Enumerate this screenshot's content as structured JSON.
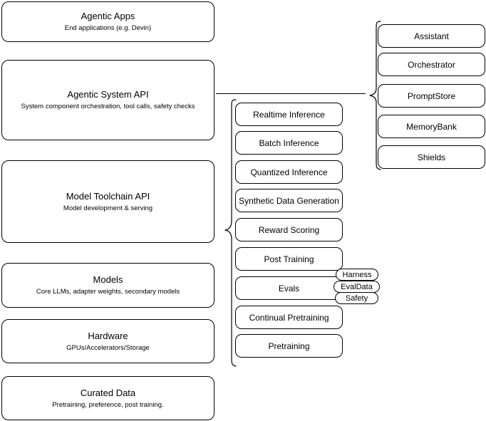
{
  "diagram": {
    "title": "AI Stack Architecture Diagram",
    "background_color": "#ffffff",
    "line_color": "#000000"
  },
  "layers": [
    {
      "id": "agentic-apps",
      "title": "Agentic Apps",
      "subtitle": "End applications (e.g. Devin)"
    },
    {
      "id": "agentic-system-api",
      "title": "Agentic System API",
      "subtitle": "System component orchestration, tool calls, safety checks"
    },
    {
      "id": "model-toolchain-api",
      "title": "Model Toolchain API",
      "subtitle": "Model development & serving"
    },
    {
      "id": "models",
      "title": "Models",
      "subtitle": "Core LLMs, adapter weights, secondary models"
    },
    {
      "id": "hardware",
      "title": "Hardware",
      "subtitle": "GPUs/Accelerators/Storage"
    },
    {
      "id": "curated-data",
      "title": "Curated Data",
      "subtitle": "Pretraining, preference, post training."
    }
  ],
  "toolchain_capabilities": [
    {
      "id": "realtime-inference",
      "label": "Realtime Inference"
    },
    {
      "id": "batch-inference",
      "label": "Batch Inference"
    },
    {
      "id": "quantized-inference",
      "label": "Quantized Inference"
    },
    {
      "id": "synthetic-data-generation",
      "label": "Synthetic Data Generation"
    },
    {
      "id": "reward-scoring",
      "label": "Reward Scoring"
    },
    {
      "id": "post-training",
      "label": "Post Training"
    },
    {
      "id": "evals",
      "label": "Evals"
    },
    {
      "id": "continual-pretraining",
      "label": "Continual Pretraining"
    },
    {
      "id": "pretraining",
      "label": "Pretraining"
    }
  ],
  "eval_badges": [
    {
      "id": "harness",
      "label": "Harness"
    },
    {
      "id": "evaldata",
      "label": "EvalData"
    },
    {
      "id": "safety",
      "label": "Safety"
    }
  ],
  "system_components": [
    {
      "id": "assistant",
      "label": "Assistant"
    },
    {
      "id": "orchestrator",
      "label": "Orchestrator"
    },
    {
      "id": "promptstore",
      "label": "PromptStore"
    },
    {
      "id": "memorybank",
      "label": "MemoryBank"
    },
    {
      "id": "shields",
      "label": "Shields"
    }
  ]
}
